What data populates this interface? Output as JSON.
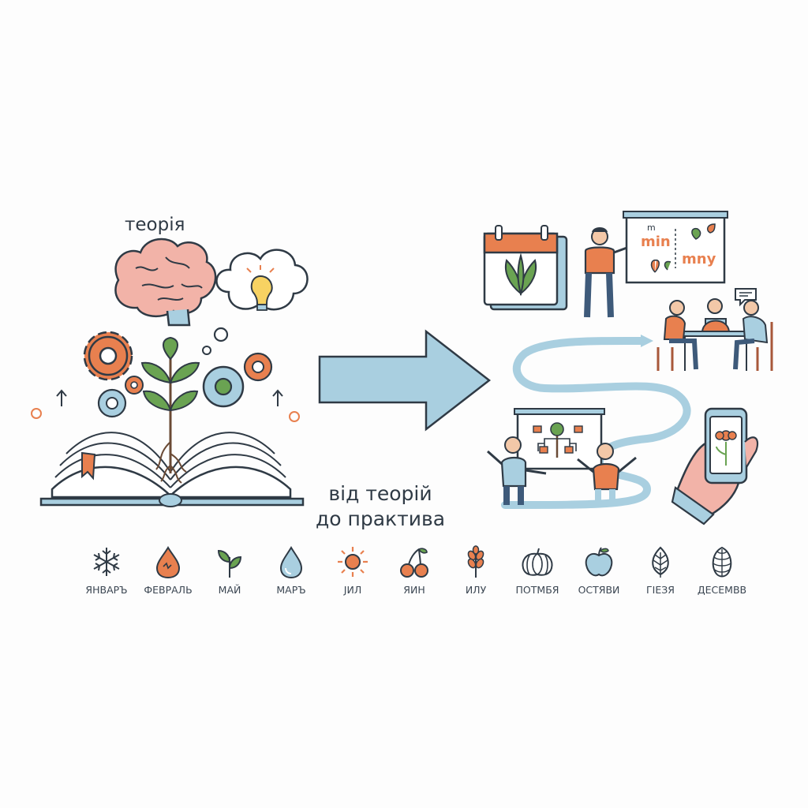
{
  "theory_label": "теорія",
  "slogan_line1": "від теорій",
  "slogan_line2": "до практива",
  "board_text_top": "min",
  "board_text_bottom": "mny",
  "board_small_text": "m",
  "months": [
    {
      "label": "ЯНВАРЪ",
      "icon": "snowflake-icon"
    },
    {
      "label": "ФЕВРАЛЬ",
      "icon": "drop-orange-icon"
    },
    {
      "label": "МАЙ",
      "icon": "sprout-icon"
    },
    {
      "label": "МАРЪ",
      "icon": "water-drop-icon"
    },
    {
      "label": "JИЛ",
      "icon": "sun-icon"
    },
    {
      "label": "ЯИН",
      "icon": "cherry-icon"
    },
    {
      "label": "ИЛУ",
      "icon": "wheat-icon"
    },
    {
      "label": "ПОТМБЯ",
      "icon": "pumpkin-icon"
    },
    {
      "label": "ОСТЯВИ",
      "icon": "apple-icon"
    },
    {
      "label": "ГIЕЗЯ",
      "icon": "leaf-icon"
    },
    {
      "label": "ДЕСЕМВВ",
      "icon": "pinecone-icon"
    }
  ],
  "colors": {
    "outline": "#2f3a45",
    "orange": "#e8804f",
    "blue": "#a9cfe0",
    "green": "#6aa352",
    "pink": "#f2b3a8"
  }
}
